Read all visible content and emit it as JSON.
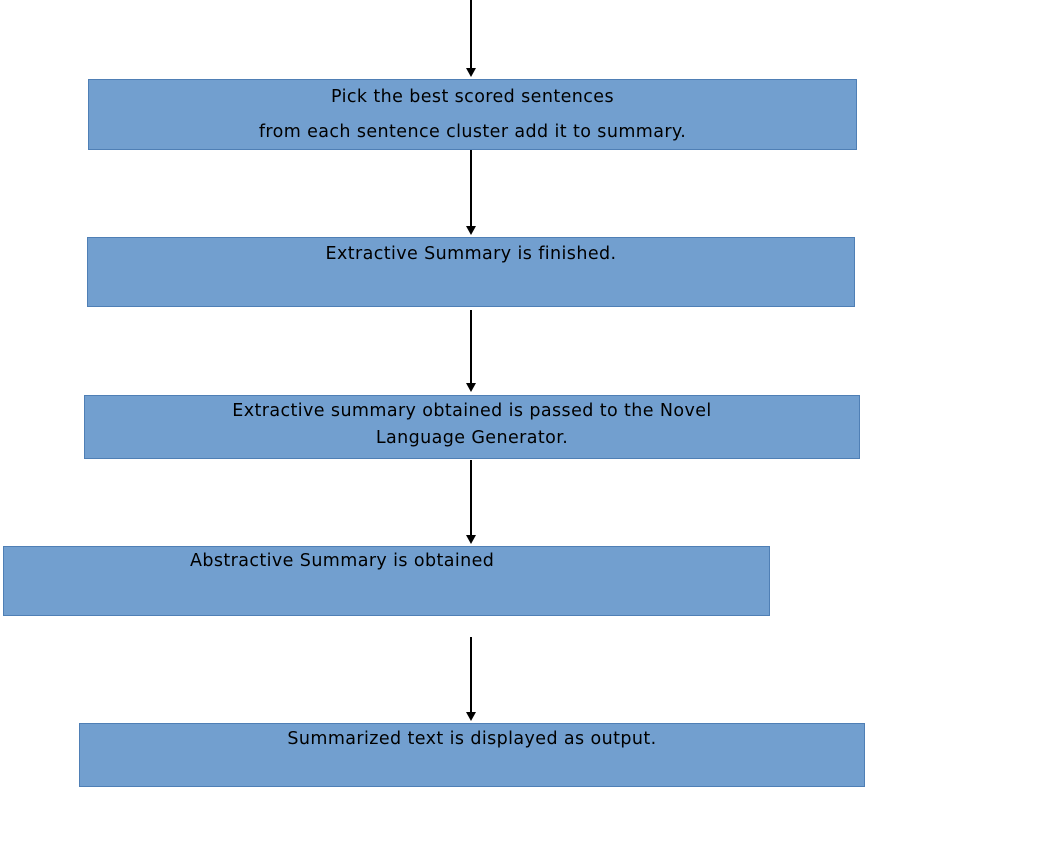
{
  "steps": [
    {
      "lines": [
        "Pick the best scored sentences",
        "from each sentence cluster add it to summary."
      ]
    },
    {
      "lines": [
        "Extractive Summary is finished."
      ]
    },
    {
      "lines": [
        "Extractive summary obtained is passed to the Novel",
        "Language Generator."
      ]
    },
    {
      "lines": [
        "Abstractive Summary is obtained"
      ]
    },
    {
      "lines": [
        "Summarized text is displayed as output."
      ]
    }
  ],
  "colors": {
    "box_fill": "#729fcf",
    "box_border": "#4f7fb5",
    "arrow": "#000000"
  }
}
